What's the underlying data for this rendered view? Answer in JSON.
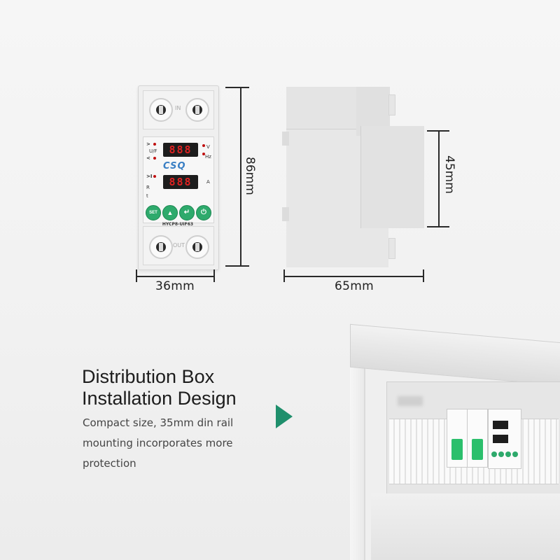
{
  "dimensions": {
    "width_label": "36mm",
    "height_label": "86mm",
    "depth_label": "65mm",
    "rail_height_label": "45mm"
  },
  "device": {
    "brand": "CSQ",
    "model": "HYCP8-UIF63",
    "display_top": "888",
    "display_bottom": "888",
    "terminal_top": "IN",
    "terminal_bottom": "OUT",
    "labels": {
      "uf": "U/F",
      "v": "V",
      "hz": "Hz",
      "a": "A",
      "r": "R",
      "t": "t"
    },
    "buttons": [
      "SET",
      "▲",
      "↵",
      "⏻"
    ]
  },
  "feature": {
    "title_line1": "Distribution Box",
    "title_line2": "Installation Design",
    "description": "Compact size, 35mm din rail mounting incorporates more protection"
  },
  "colors": {
    "accent": "#1f8f6c",
    "led": "#e02222",
    "button_green": "#2eaa6c",
    "logo_blue": "#3a7fc4"
  }
}
